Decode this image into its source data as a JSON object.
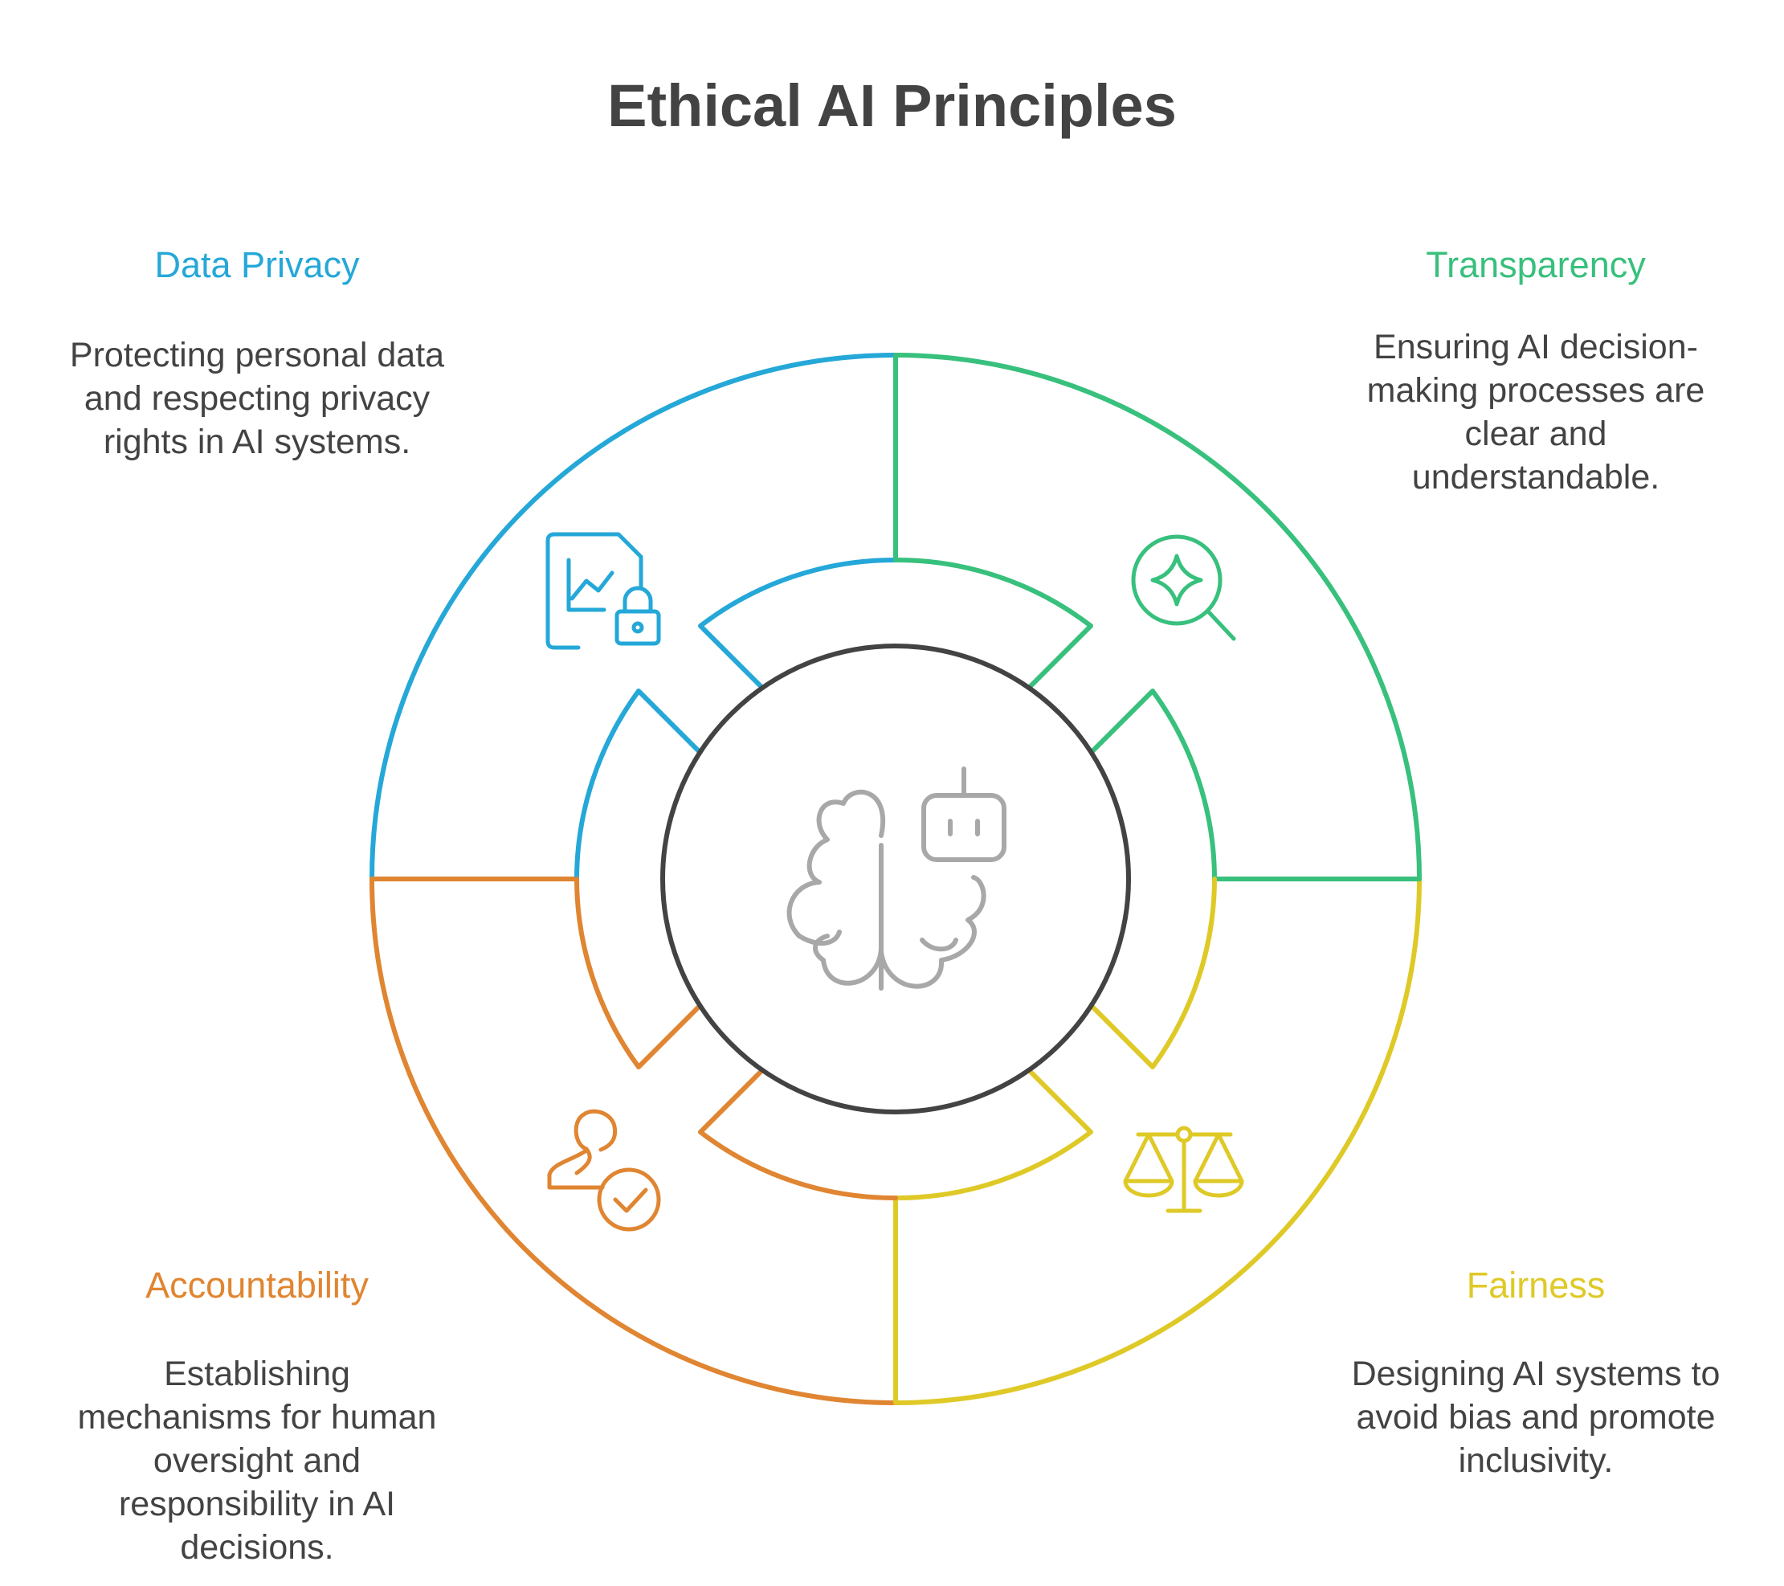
{
  "title": "Ethical AI Principles",
  "colors": {
    "data_privacy": "#25a8d8",
    "transparency": "#38c07d",
    "fairness": "#dfc927",
    "accountability": "#e08531",
    "center": "#434343",
    "center_icon": "#a8a8a8",
    "text": "#434343"
  },
  "center": {
    "icon": "brain-robot-icon"
  },
  "sections": {
    "data_privacy": {
      "title": "Data Privacy",
      "icon": "document-chart-lock-icon",
      "description_lines": [
        "Protecting personal data",
        "and respecting privacy",
        "rights in AI systems."
      ]
    },
    "transparency": {
      "title": "Transparency",
      "icon": "magnifier-sparkle-icon",
      "description_lines": [
        "Ensuring AI decision-",
        "making processes are",
        "clear and",
        "understandable."
      ]
    },
    "accountability": {
      "title": "Accountability",
      "icon": "user-check-icon",
      "description_lines": [
        "Establishing",
        "mechanisms for human",
        "oversight and",
        "responsibility in AI",
        "decisions."
      ]
    },
    "fairness": {
      "title": "Fairness",
      "icon": "balance-scale-icon",
      "description_lines": [
        "Designing AI systems to",
        "avoid bias and promote",
        "inclusivity."
      ]
    }
  }
}
